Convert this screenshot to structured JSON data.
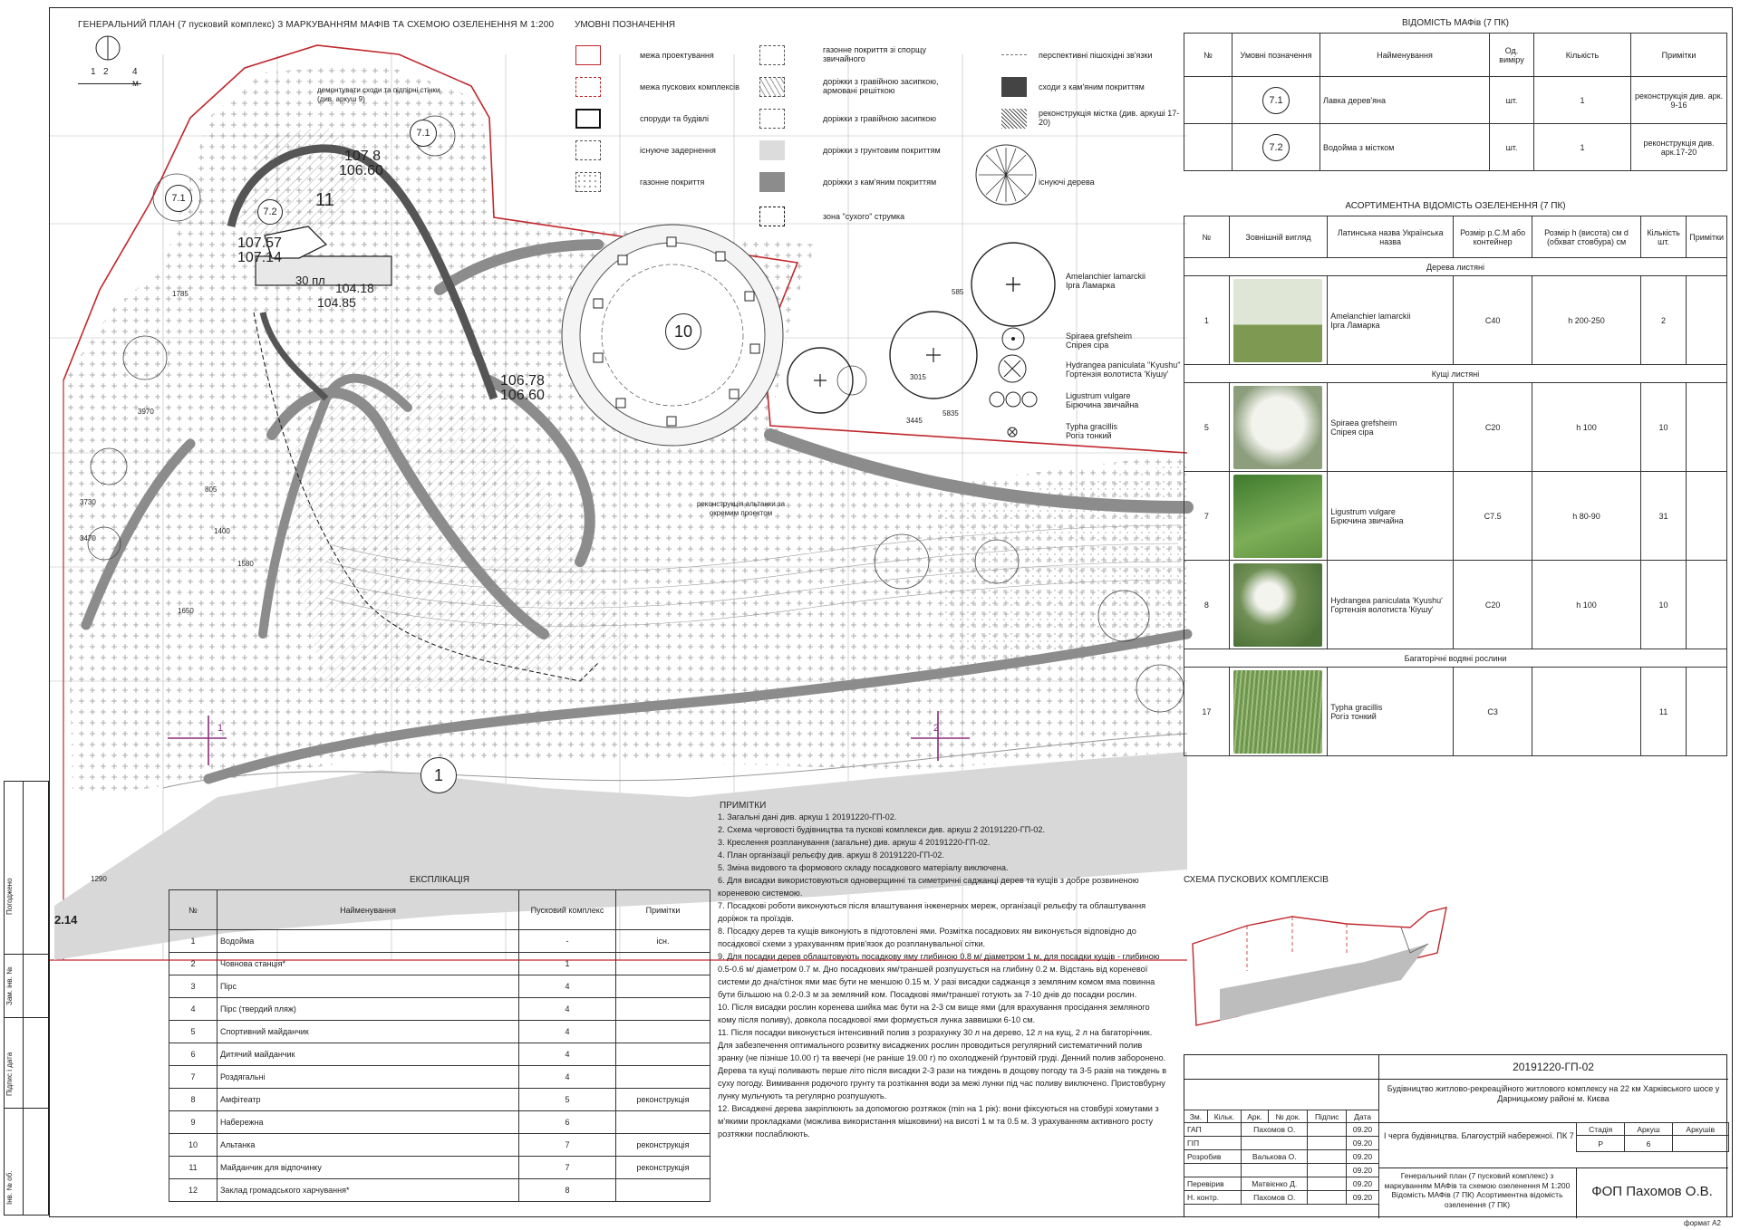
{
  "plan": {
    "title": "ГЕНЕРАЛЬНИЙ ПЛАН (7 пусковий комплекс) З МАРКУВАННЯМ МАФІВ ТА СХЕМОЮ ОЗЕЛЕНЕННЯ М 1:200",
    "scale_labels": [
      "1",
      "2",
      "4 м"
    ],
    "note_stairs": "демонтувати сходи та підпірні стінки (див. аркуш 9)",
    "note_gazebo": "реконструкція альтанки за окремим проектом",
    "label_11": "11",
    "label_10": "10",
    "label_1": "1",
    "label_7_1": "7.1",
    "label_7_2": "7.2",
    "elev_a": "107.8",
    "elev_b": "106.60",
    "elev_c": "107.57",
    "elev_d": "107.14",
    "elev_e": "104.85",
    "elev_f": "106.78",
    "elev_g": "106.60",
    "elev_h": "104.18",
    "label_30pl": "30 пл",
    "dims": [
      "3970",
      "3730",
      "3470",
      "1400",
      "1580",
      "1650",
      "1785",
      "3015",
      "3445",
      "5835",
      "585",
      "1290",
      "805"
    ],
    "section_1": "1",
    "section_2": "2",
    "corner_mark": "2.14"
  },
  "legend": {
    "title": "УМОВНІ ПОЗНАЧЕННЯ",
    "col1": [
      "межа проектування",
      "межа пускових комплексів",
      "споруди та будівлі",
      "існуюче задернення",
      "газонне покриття"
    ],
    "col2": [
      "газонне покриття зі спорщу звичайного",
      "доріжки з гравійною засипкою, армовані решіткою",
      "доріжки з гравійною засипкою",
      "доріжки з грунтовим покриттям",
      "доріжки з кам'яним покриттям",
      "зона \"сухого\" струмка"
    ],
    "col3": [
      "перспективні пішохідні зв'язки",
      "сходи з кам'яним покриттям",
      "реконструкція містка (див. аркуші 17-20)",
      "існуючі дерева"
    ],
    "plants": [
      {
        "lat": "Amelanchier lamarckii",
        "ukr": "Ірга Ламарка"
      },
      {
        "lat": "Spiraea grefsheim",
        "ukr": "Спірея сіра"
      },
      {
        "lat": "Hydrangea paniculata \"Kyushu\"",
        "ukr": "Гортензія волотиста 'Кіушу'"
      },
      {
        "lat": "Ligustrum vulgare",
        "ukr": "Бірючина звичайна"
      },
      {
        "lat": "Typha gracillis",
        "ukr": "Рогіз тонкий"
      }
    ]
  },
  "maf_table": {
    "title": "ВІДОМІСТЬ МАФів (7 ПК)",
    "headers": [
      "№",
      "Умовні позначення",
      "Найменування",
      "Од. виміру",
      "Кількість",
      "Примітки"
    ],
    "rows": [
      {
        "num": "",
        "symbol": "7.1",
        "name": "Лавка дерев'яна",
        "unit": "шт.",
        "qty": "1",
        "note": "реконструкція див. арк. 9-16"
      },
      {
        "num": "",
        "symbol": "7.2",
        "name": "Водойма з містком",
        "unit": "шт.",
        "qty": "1",
        "note": "реконструкція див. арк.17-20"
      }
    ]
  },
  "green_table": {
    "title": "АСОРТИМЕНТНА ВІДОМІСТЬ ОЗЕЛЕНЕННЯ (7 ПК)",
    "headers": [
      "№",
      "Зовнішній вигляд",
      "Латинська назва Українська назва",
      "Розмір р.С.М або контейнер",
      "Розмір h (висота) см d (обхват стовбура) см",
      "Кількість шт.",
      "Примітки"
    ],
    "groups": [
      {
        "name": "Дерева листяні",
        "rows": [
          {
            "num": "1",
            "lat": "Amelanchier lamarckii",
            "ukr": "Ірга Ламарка",
            "container": "C40",
            "size": "h 200-250",
            "qty": "2",
            "color": "#b9c9a0"
          }
        ]
      },
      {
        "name": "Кущі листяні",
        "rows": [
          {
            "num": "5",
            "lat": "Spiraea grefsheim",
            "ukr": "Спірея сіра",
            "container": "C20",
            "size": "h 100",
            "qty": "10",
            "color": "#c9cfc2"
          },
          {
            "num": "7",
            "lat": "Ligustrum vulgare",
            "ukr": "Бірючина звичайна",
            "container": "C7.5",
            "size": "h 80-90",
            "qty": "31",
            "color": "#5d8f3e"
          },
          {
            "num": "8",
            "lat": "Hydrangea paniculata 'Kyushu'",
            "ukr": "Гортензія волотиста 'Кіушу'",
            "container": "C20",
            "size": "h 100",
            "qty": "10",
            "color": "#7d9c63"
          }
        ]
      },
      {
        "name": "Багаторічні водяні рослини",
        "rows": [
          {
            "num": "17",
            "lat": "Typha gracillis",
            "ukr": "Рогіз тонкий",
            "container": "C3",
            "size": "",
            "qty": "11",
            "color": "#6f9550"
          }
        ]
      }
    ]
  },
  "explication": {
    "title": "ЕКСПЛІКАЦІЯ",
    "headers": [
      "№",
      "Найменування",
      "Пусковий комплекс",
      "Примітки"
    ],
    "rows": [
      {
        "num": "1",
        "name": "Водойма",
        "pk": "-",
        "note": "існ."
      },
      {
        "num": "2",
        "name": "Човнова станція*",
        "pk": "1",
        "note": ""
      },
      {
        "num": "3",
        "name": "Пірс",
        "pk": "4",
        "note": ""
      },
      {
        "num": "4",
        "name": "Пірс (твердий пляж)",
        "pk": "4",
        "note": ""
      },
      {
        "num": "5",
        "name": "Спортивний майданчик",
        "pk": "4",
        "note": ""
      },
      {
        "num": "6",
        "name": "Дитячий майданчик",
        "pk": "4",
        "note": ""
      },
      {
        "num": "7",
        "name": "Роздягальні",
        "pk": "4",
        "note": ""
      },
      {
        "num": "8",
        "name": "Амфітеатр",
        "pk": "5",
        "note": "реконструкція"
      },
      {
        "num": "9",
        "name": "Набережна",
        "pk": "6",
        "note": ""
      },
      {
        "num": "10",
        "name": "Альтанка",
        "pk": "7",
        "note": "реконструкція"
      },
      {
        "num": "11",
        "name": "Майданчик для відпочинку",
        "pk": "7",
        "note": "реконструкція"
      },
      {
        "num": "12",
        "name": "Заклад громадського харчування*",
        "pk": "8",
        "note": ""
      }
    ]
  },
  "notes": {
    "title": "ПРИМІТКИ",
    "items": [
      "1. Загальні дані див. аркуш 1 20191220-ГП-02.",
      "2. Схема черговості будівництва та пускові комплекси див. аркуш 2 20191220-ГП-02.",
      "3. Креслення розпланування (загальне) див. аркуш 4 20191220-ГП-02.",
      "4. План організації рельєфу див. аркуш 8 20191220-ГП-02.",
      "5. Зміна видового та формового складу посадкового матеріалу виключена.",
      "6. Для висадки використовуються одноверщинні та симетричні саджанці дерев та кущів з добре розвиненою кореневою системою.",
      "7. Посадкові роботи виконуються після влаштування інженерних мереж, організації рельєфу та облаштування доріжок та проїздів.",
      "8. Посадку дерев та кущів виконують в підготовлені ями. Розмітка посадкових ям виконується відповідно до посадкової схеми з урахуванням прив'язок до розпланувальної сітки.",
      "9. Для посадки дерев облаштовують посадкову яму глибиною 0.8 м/ діаметром 1 м, для посадки кущів - глибиною 0.5-0.6 м/ діаметром 0.7 м. Дно посадкових ям/траншей розпушується на глибину 0.2 м. Відстань від кореневої системи до дна/стінок ями має бути не меншою 0.15 м. У разі висадки саджанця з земляним комом яма повинна бути більшою на 0.2-0.3 м за земляний ком. Посадкові ями/траншеї готують за 7-10 днів до посадки рослин.",
      "10. Після висадки рослин коренева шийка має бути на 2-3 см вище ями (для врахування просідання земляного кому після поливу), довкола посадкової ями формується лунка заввишки 6-10 см.",
      "11. Після посадки виконується інтенсивний полив з розрахунку 30 л на дерево, 12 л на кущ, 2 л на багаторічник. Для забезпечення оптимального розвитку висаджених рослин проводиться регулярний систематичний полив зранку (не пізніше 10.00 г) та ввечері (не раніше 19.00 г) по охолодженій ґрунтовій груді. Денний полив заборонено. Дерева та кущі поливають перше літо після висадки 2-3 рази на тиждень в дощову погоду та 3-5 разів на тиждень в суху погоду. Вимивання родючого грунту та розтікання води за межі лунки під час поливу виключено. Пристовбурну лунку мульчують та регулярно розпушують.",
      "12. Висаджені дерева закріплюють за допомогою розтяжок (min на 1 рік): вони фіксуються на стовбурі хомутами з м'якими прокладками (можлива використання мішковини) на висоті 1 м та 0.5 м. З урахуванням активного росту розтяжки послаблюють."
    ]
  },
  "scheme": {
    "title": "СХЕМА ПУСКОВИХ КОМПЛЕКСІВ"
  },
  "stamp": {
    "code": "20191220-ГП-02",
    "project": "Будівництво житлово-рекреаційного житлового комплексу на 22 км Харківського шосе у Дарницькому районі м. Києва",
    "headers": [
      "Зм.",
      "Кільк.",
      "Арк.",
      "№ док.",
      "Підпис",
      "Дата"
    ],
    "people": [
      {
        "role": "ГАП",
        "name": "Пахомов О.",
        "date": "09.20"
      },
      {
        "role": "ГІП",
        "name": "",
        "date": "09.20"
      },
      {
        "role": "Розробив",
        "name": "Валькова О.",
        "date": "09.20"
      },
      {
        "role": "",
        "name": "",
        "date": "09.20"
      },
      {
        "role": "Перевірив",
        "name": "Матвієнко Д.",
        "date": "09.20"
      },
      {
        "role": "Н. контр.",
        "name": "Пахомов О.",
        "date": "09.20"
      }
    ],
    "stage_title": "І черга будівництва. Благоустрій набережної. ПК 7",
    "stage_headers": [
      "Стадія",
      "Аркуш",
      "Аркушів"
    ],
    "stage_values": [
      "Р",
      "6",
      ""
    ],
    "sheet_title": "Генеральний план (7 пусковий комплекс) з маркуванням МАФів та схемою озеленення М 1:200 Відомість МАФів (7 ПК) Асортиментна відомість озеленення (7 ПК)",
    "company": "ФОП Пахомов О.В.",
    "format": "формат А2"
  },
  "side_labels": [
    "Погоджено",
    "Зам. інв. №",
    "Підпис і дата",
    "Інв. № об."
  ]
}
